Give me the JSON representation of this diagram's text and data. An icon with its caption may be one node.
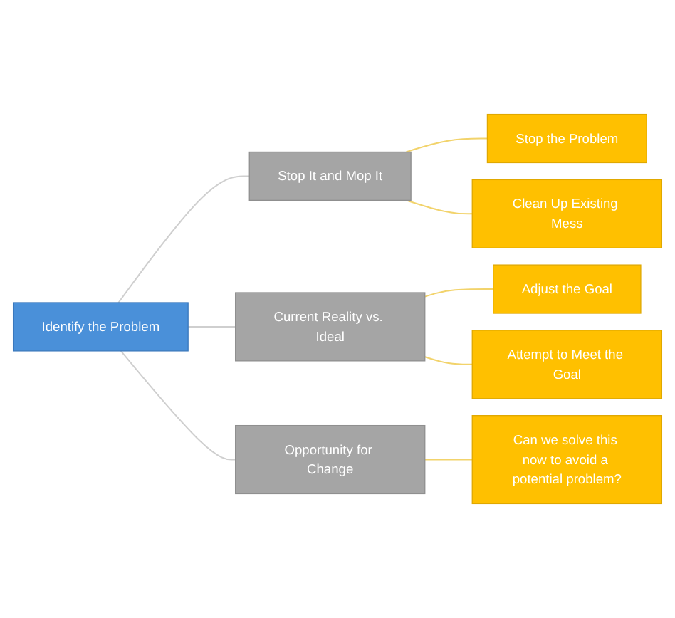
{
  "diagram": {
    "nodes": [
      {
        "text": [
          "Identify the Problem"
        ]
      },
      {
        "text": [
          "Stop It and Mop It"
        ]
      },
      {
        "text": [
          "Current Reality vs. Ideal"
        ]
      },
      {
        "text": [
          "Opportunity for Change"
        ]
      },
      {
        "text": [
          "Stop the Problem"
        ]
      },
      {
        "text": [
          "Clean Up Existing Mess"
        ]
      },
      {
        "text": [
          "Adjust the Goal"
        ]
      },
      {
        "text": [
          "Attempt to Meet the Goal"
        ]
      },
      {
        "text": [
          "Can we solve this now to avoid a potential problem?"
        ]
      }
    ],
    "edges": [
      {
        "from": 0,
        "to": 1,
        "arrow": "none",
        "color": "#cfcfcf"
      },
      {
        "from": 0,
        "to": 2,
        "arrow": "none",
        "color": "#cfcfcf"
      },
      {
        "from": 0,
        "to": 3,
        "arrow": "none",
        "color": "#cfcfcf"
      },
      {
        "from": 1,
        "to": 4,
        "arrow": "none"
      },
      {
        "from": 1,
        "to": 5,
        "arrow": "none"
      },
      {
        "from": 2,
        "to": 6,
        "arrow": "none"
      },
      {
        "from": 2,
        "to": 7,
        "arrow": "none"
      },
      {
        "from": 3,
        "to": 8,
        "arrow": "none"
      }
    ]
  }
}
